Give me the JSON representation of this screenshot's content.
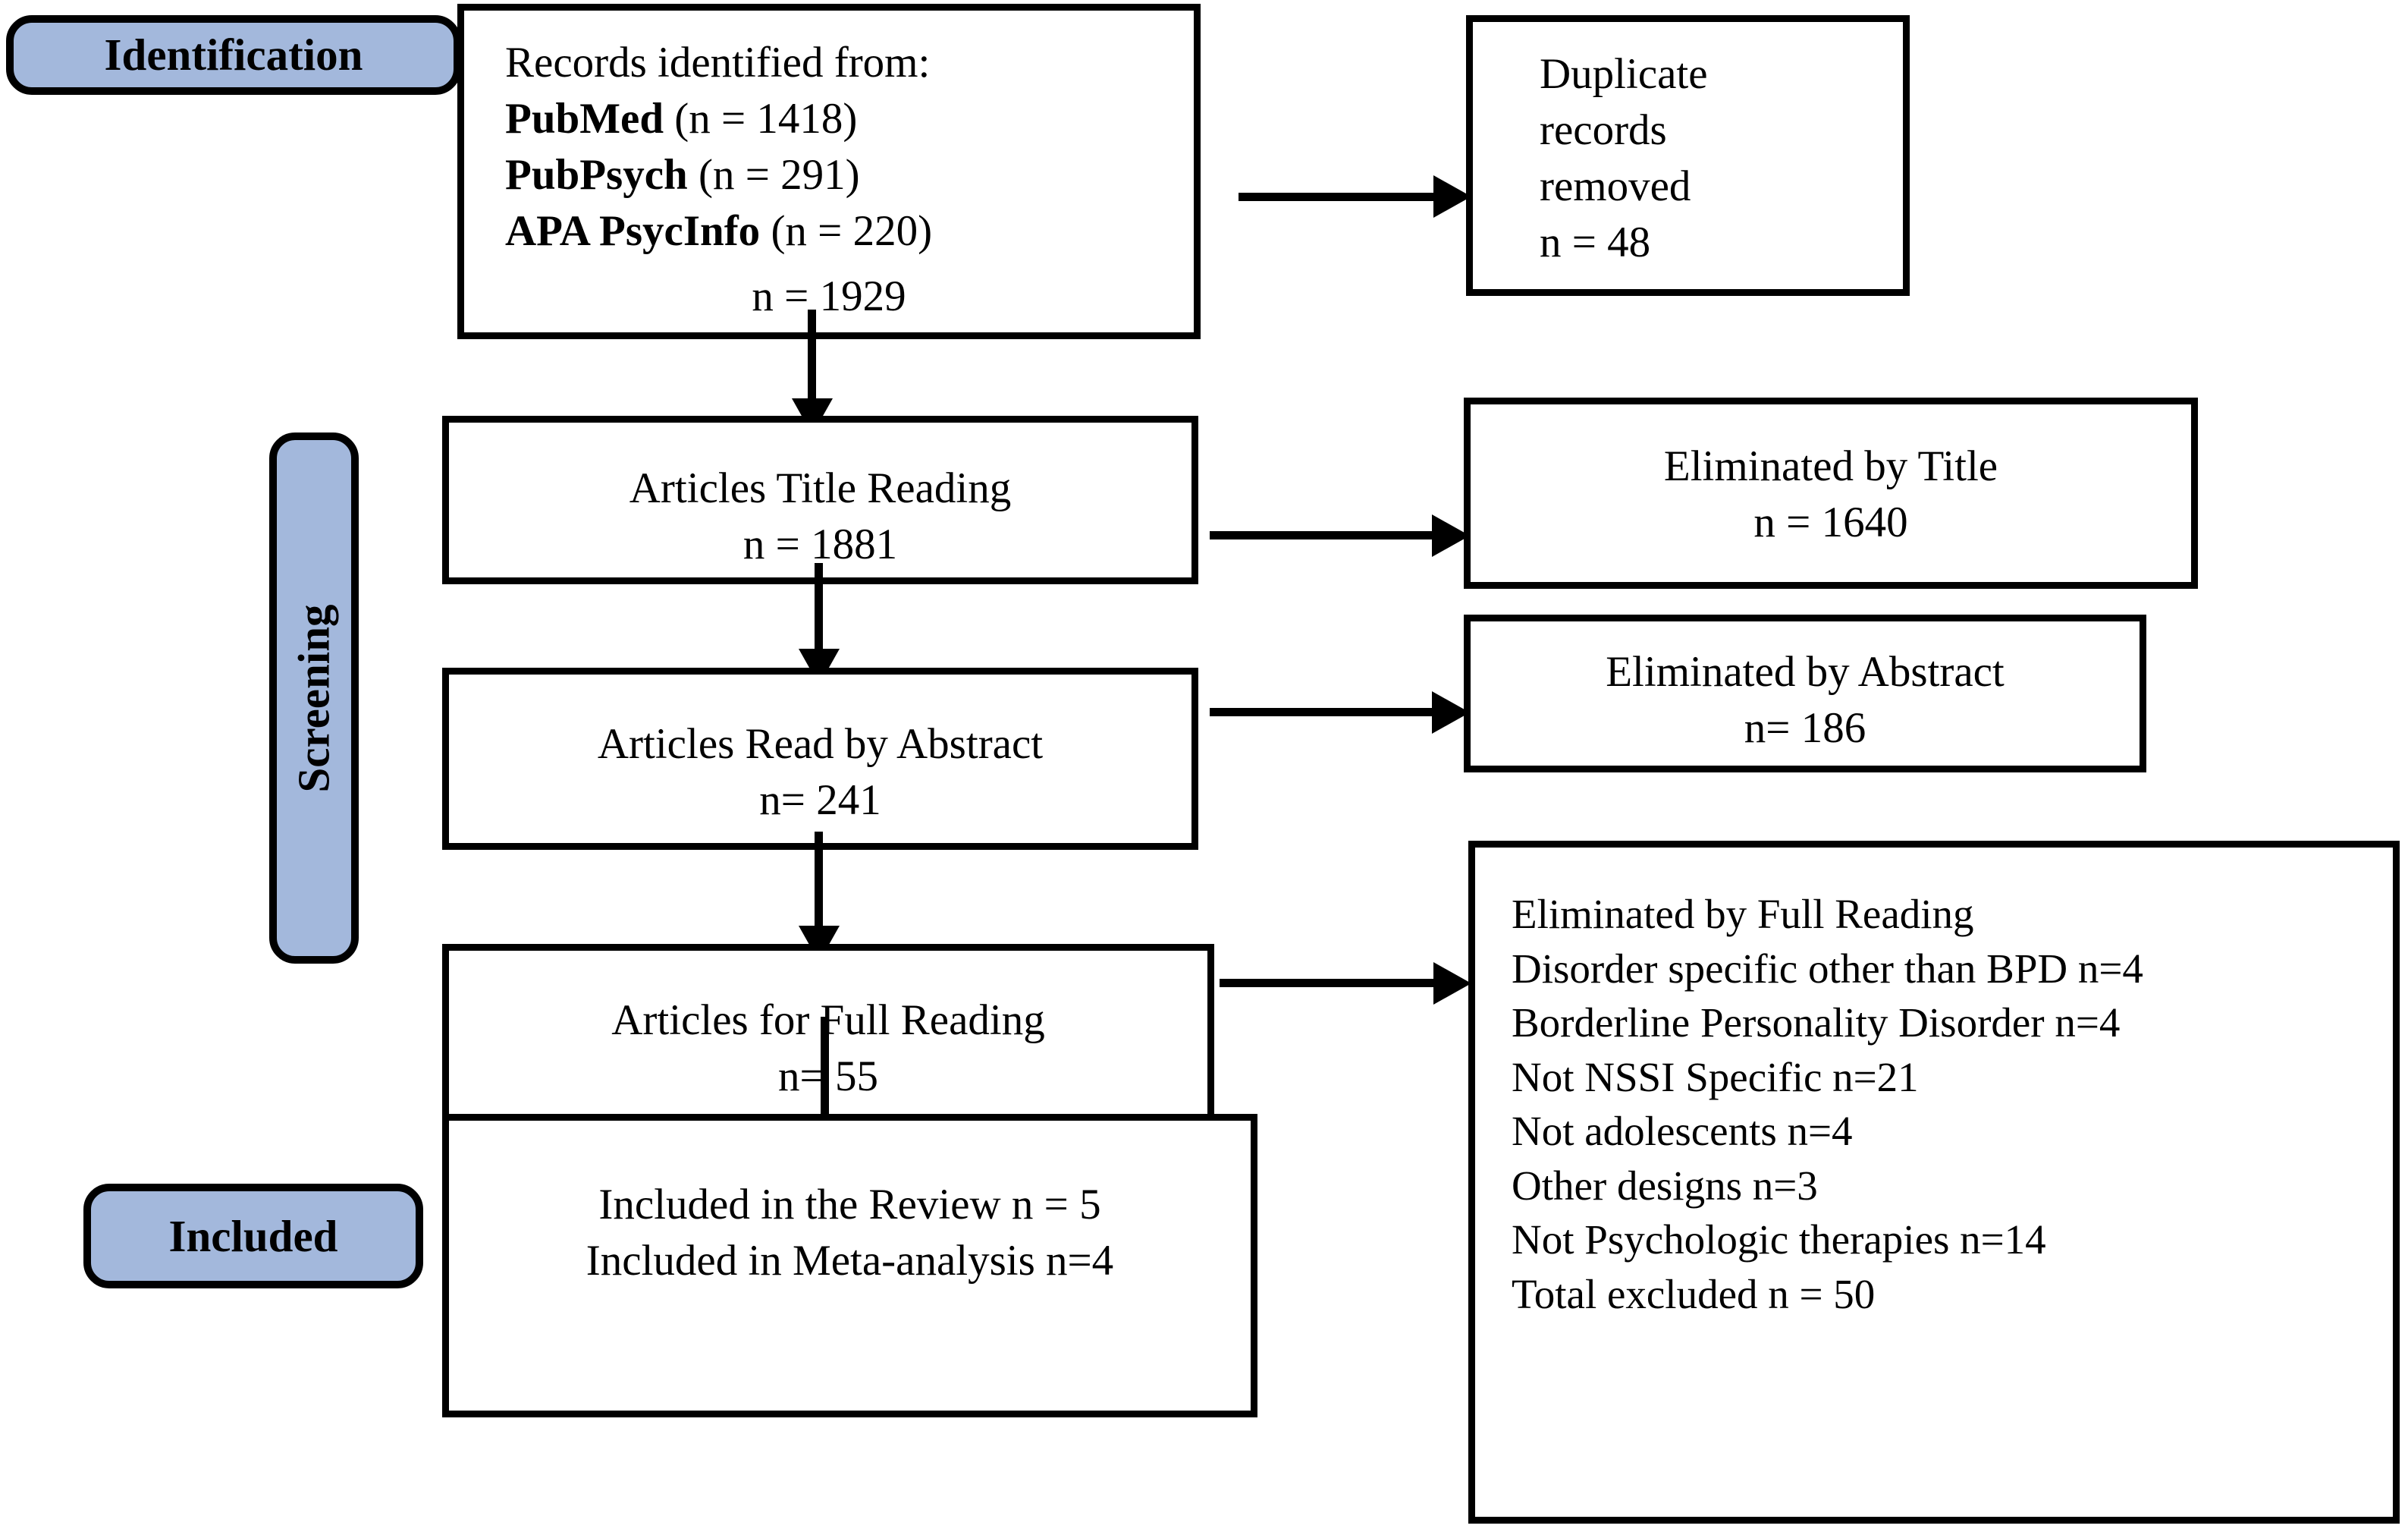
{
  "diagram": {
    "type": "prisma-flow-diagram",
    "stage_color": "#a3b8dc",
    "border_color": "#000000",
    "background": "#ffffff"
  },
  "stages": {
    "identification": {
      "label": "Identification"
    },
    "screening": {
      "label": "Screening"
    },
    "included": {
      "label": "Included"
    }
  },
  "boxes": {
    "records_identified": {
      "name": "Records identified from",
      "heading": "Records identified from:",
      "sources": [
        {
          "db": "PubMed",
          "count_text": "(n = 1418)",
          "n": 1418
        },
        {
          "db": "PubPsych",
          "count_text": "(n = 291)",
          "n": 291
        },
        {
          "db": "APA PsycInfo",
          "count_text": "(n = 220)",
          "n": 220
        }
      ],
      "total": "n = 1929",
      "total_n": 1929
    },
    "duplicates_removed": {
      "line1": "Duplicate",
      "line2": "records",
      "line3": "removed",
      "line4": "n = 48",
      "n": 48
    },
    "title_reading": {
      "line1": "Articles Title Reading",
      "line2": "n = 1881",
      "n": 1881
    },
    "eliminated_title": {
      "line1": "Eliminated by Title",
      "line2": "n = 1640",
      "n": 1640
    },
    "abstract_reading": {
      "line1": "Articles Read by Abstract",
      "line2": "n= 241",
      "n": 241
    },
    "eliminated_abstract": {
      "line1": "Eliminated by Abstract",
      "line2": "n= 186",
      "n": 186
    },
    "full_reading": {
      "line1": "Articles for Full Reading",
      "line2": "n= 55",
      "n": 55
    },
    "eliminated_full": {
      "lines": [
        "Eliminated by Full Reading",
        "Disorder specific other than BPD n=4",
        "Borderline Personality Disorder n=4",
        "Not NSSI Specific n=21",
        "Not adolescents n=4",
        "Other designs n=3",
        "Not Psychologic therapies n=14",
        "Total excluded   n = 50"
      ]
    },
    "included_final": {
      "line1": "Included in the Review n = 5",
      "line2": "Included in Meta-analysis n=4",
      "n_review": 5,
      "n_meta": 4
    }
  }
}
